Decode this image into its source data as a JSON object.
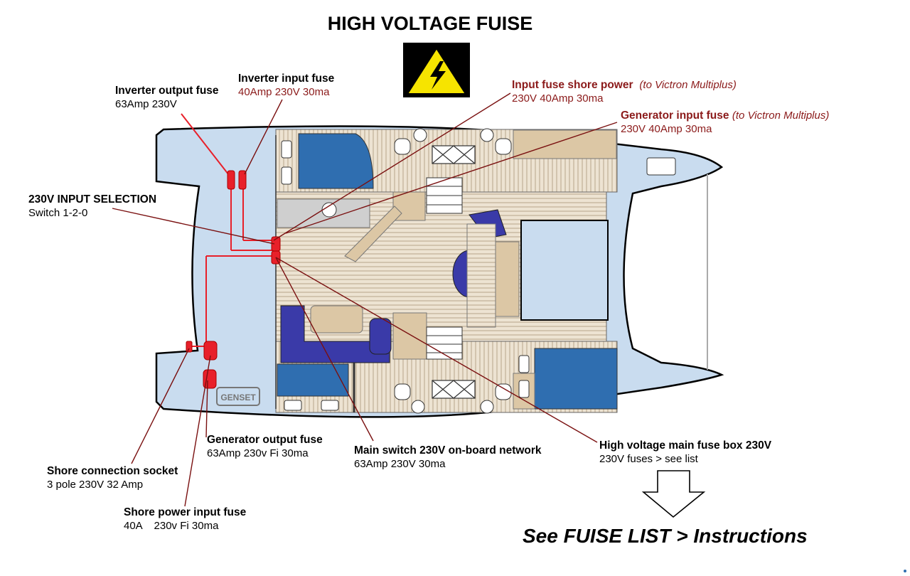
{
  "title": "HIGH VOLTAGE FUISE",
  "warning_icon": "high-voltage-warning-icon",
  "colors": {
    "accent_red": "#e8202a",
    "dark_red_text": "#8b1a1a",
    "hull_blue": "#c9dcef",
    "cabin_blue": "#2f6eb0",
    "sofa_blue": "#3a3aa8",
    "wood": "#dcc7a5",
    "warning_yellow": "#f6e400"
  },
  "labels": {
    "inverter_output": {
      "title": "Inverter output fuse",
      "spec": "63Amp 230V"
    },
    "inverter_input": {
      "title": "Inverter input fuse",
      "spec": "40Amp 230V 30ma"
    },
    "input_shore": {
      "title": "Input fuse shore power",
      "note": "(to Victron Multiplus)",
      "spec": "230V 40Amp 30ma"
    },
    "generator_input": {
      "title": "Generator input fuse",
      "note": "(to Victron Multiplus)",
      "spec": "230V 40Amp 30ma"
    },
    "input_selection": {
      "title": "230V INPUT SELECTION",
      "spec": "Switch 1-2-0"
    },
    "generator_output": {
      "title": "Generator output fuse",
      "spec": "63Amp 230v Fi 30ma"
    },
    "main_switch": {
      "title": "Main switch 230V on-board network",
      "spec": "63Amp 230V 30ma"
    },
    "main_fuse_box": {
      "title": "High voltage main fuse box 230V",
      "spec": "230V fuses > see list"
    },
    "shore_socket": {
      "title": "Shore connection socket",
      "spec": "3 pole 230V 32 Amp"
    },
    "shore_input": {
      "title": "Shore power input fuse",
      "spec": "40A    230v Fi 30ma"
    }
  },
  "genset_label": "GENSET",
  "cta": "See FUISE LIST > Instructions"
}
